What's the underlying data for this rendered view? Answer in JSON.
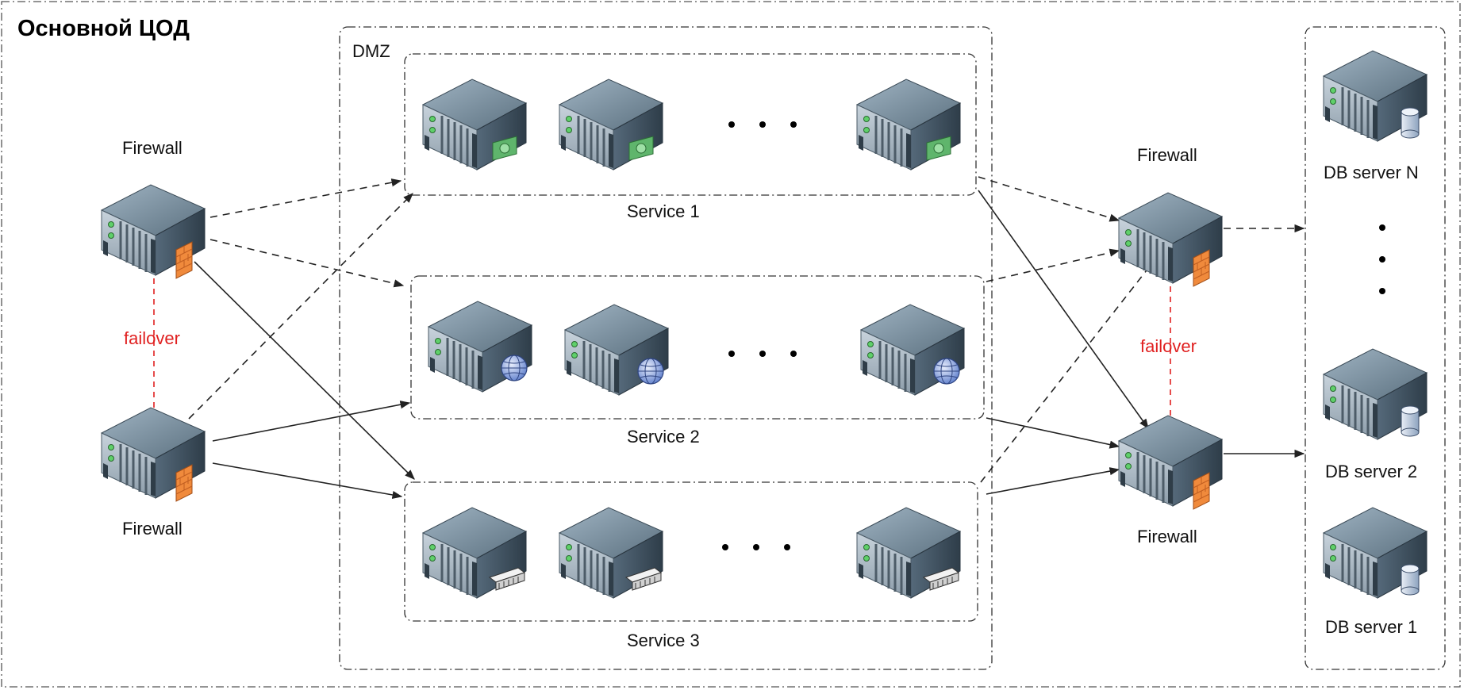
{
  "diagram": {
    "title": "Основной ЦОД",
    "dmz_label": "DMZ",
    "left_firewalls": {
      "top_label": "Firewall",
      "bottom_label": "Firewall",
      "failover_label": "failover"
    },
    "right_firewalls": {
      "top_label": "Firewall",
      "bottom_label": "Firewall",
      "failover_label": "failover"
    },
    "services": [
      {
        "label": "Service 1",
        "badge": "money-icon"
      },
      {
        "label": "Service 2",
        "badge": "globe-icon"
      },
      {
        "label": "Service 3",
        "badge": "network-card-icon"
      }
    ],
    "db_servers": [
      {
        "label": "DB server N"
      },
      {
        "label": "DB server 2"
      },
      {
        "label": "DB server 1"
      }
    ],
    "colors": {
      "failover": "#e02020",
      "server_body": "#5a6e7c",
      "firewall_badge": "#f08a3c",
      "money_badge": "#5fb56c",
      "globe_badge": "#6d8fd4",
      "db_badge": "#b7c8de"
    }
  }
}
